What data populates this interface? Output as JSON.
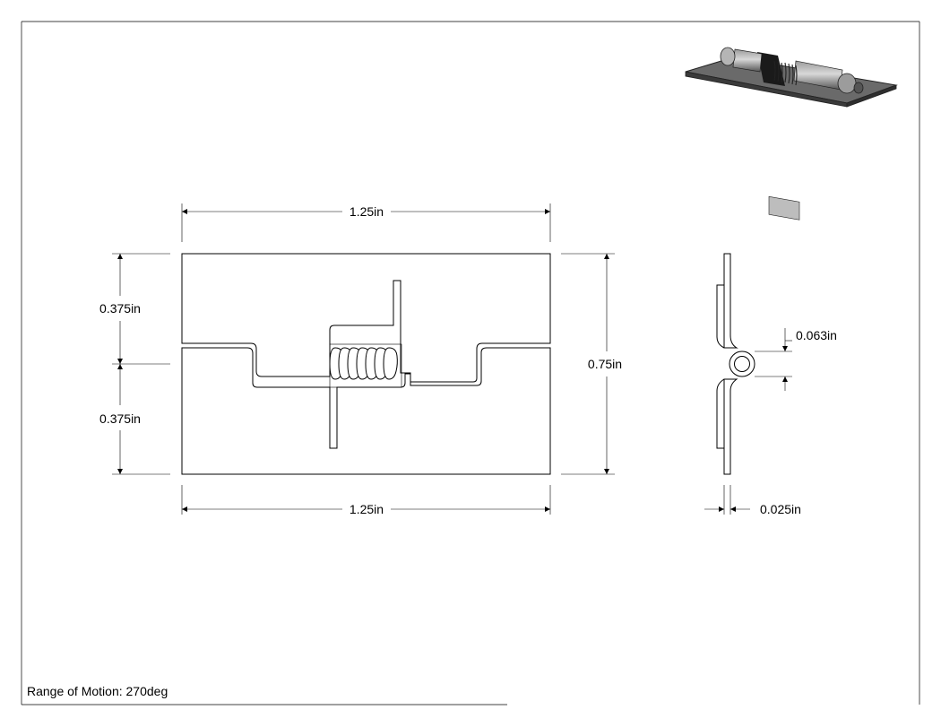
{
  "drawing": {
    "dimensions": {
      "top_width": "1.25in",
      "bottom_width": "1.25in",
      "upper_leaf_height": "0.375in",
      "lower_leaf_height": "0.375in",
      "total_height": "0.75in",
      "knuckle_diameter": "0.063in",
      "leaf_thickness": "0.025in"
    },
    "note": "Range of Motion: 270deg"
  }
}
